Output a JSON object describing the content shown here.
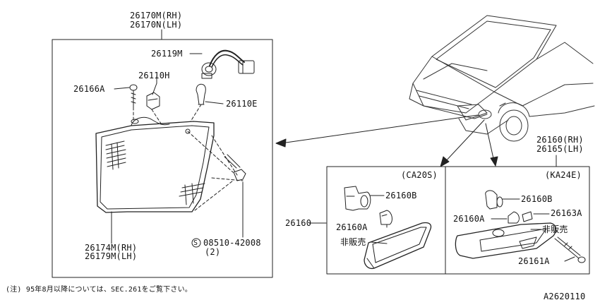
{
  "main_group": {
    "part_rh": "26170M(RH)",
    "part_lh": "26170N(LH)",
    "socket_harness": "26119M",
    "bulb_socket": "26110H",
    "screw": "26166A",
    "bulb": "26110E",
    "lens_rh": "26174M(RH)",
    "lens_lh": "26179M(LH)",
    "bolt_symbol": "S",
    "bolt": "08510-42008",
    "bolt_qty": "(2)"
  },
  "side_group": {
    "part_rh": "26160(RH)",
    "part_lh": "26165(LH)",
    "ref": "26160",
    "left_variant": {
      "engine": "(CA20S)",
      "socket": "26160B",
      "bulb": "26160A",
      "note": "非販売"
    },
    "right_variant": {
      "engine": "(KA24E)",
      "socket": "26160B",
      "bulb": "26160A",
      "clip": "26163A",
      "note": "非販売",
      "screw": "26161A"
    }
  },
  "footnote": "(注) 95年8月以降については、SEC.261をご覧下さい。",
  "diagram_id": "A2620110"
}
